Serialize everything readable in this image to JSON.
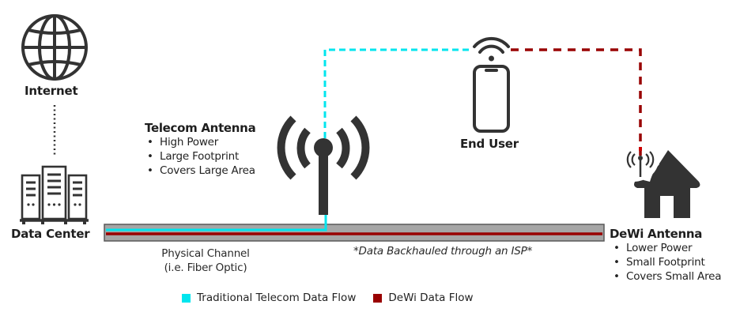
{
  "colors": {
    "telecom_flow": "#00e5ee",
    "dewi_flow": "#990000",
    "icon": "#333333",
    "pipe_fill": "#a6a6a6",
    "pipe_border": "#595959"
  },
  "nodes": {
    "internet": {
      "label": "Internet",
      "icon": "globe-icon"
    },
    "data_center": {
      "label": "Data Center",
      "icon": "server-rack-icon"
    },
    "telecom_antenna": {
      "title": "Telecom Antenna",
      "icon": "broadcast-tower-icon",
      "bullets": [
        "High Power",
        "Large Footprint",
        "Covers Large Area"
      ]
    },
    "end_user": {
      "label": "End User",
      "icon": "smartphone-icon",
      "signal_icon": "wifi-icon"
    },
    "dewi_antenna": {
      "title": "DeWi Antenna",
      "icon": "house-antenna-icon",
      "bullets": [
        "Lower Power",
        "Small Footprint",
        "Covers Small Area"
      ]
    }
  },
  "channel": {
    "label_line1": "Physical Channel",
    "label_line2": "(i.e. Fiber Optic)",
    "note": "*Data Backhauled through an ISP*"
  },
  "legend": [
    {
      "label": "Traditional Telecom Data Flow",
      "color": "#00e5ee"
    },
    {
      "label": "DeWi Data Flow",
      "color": "#990000"
    }
  ]
}
